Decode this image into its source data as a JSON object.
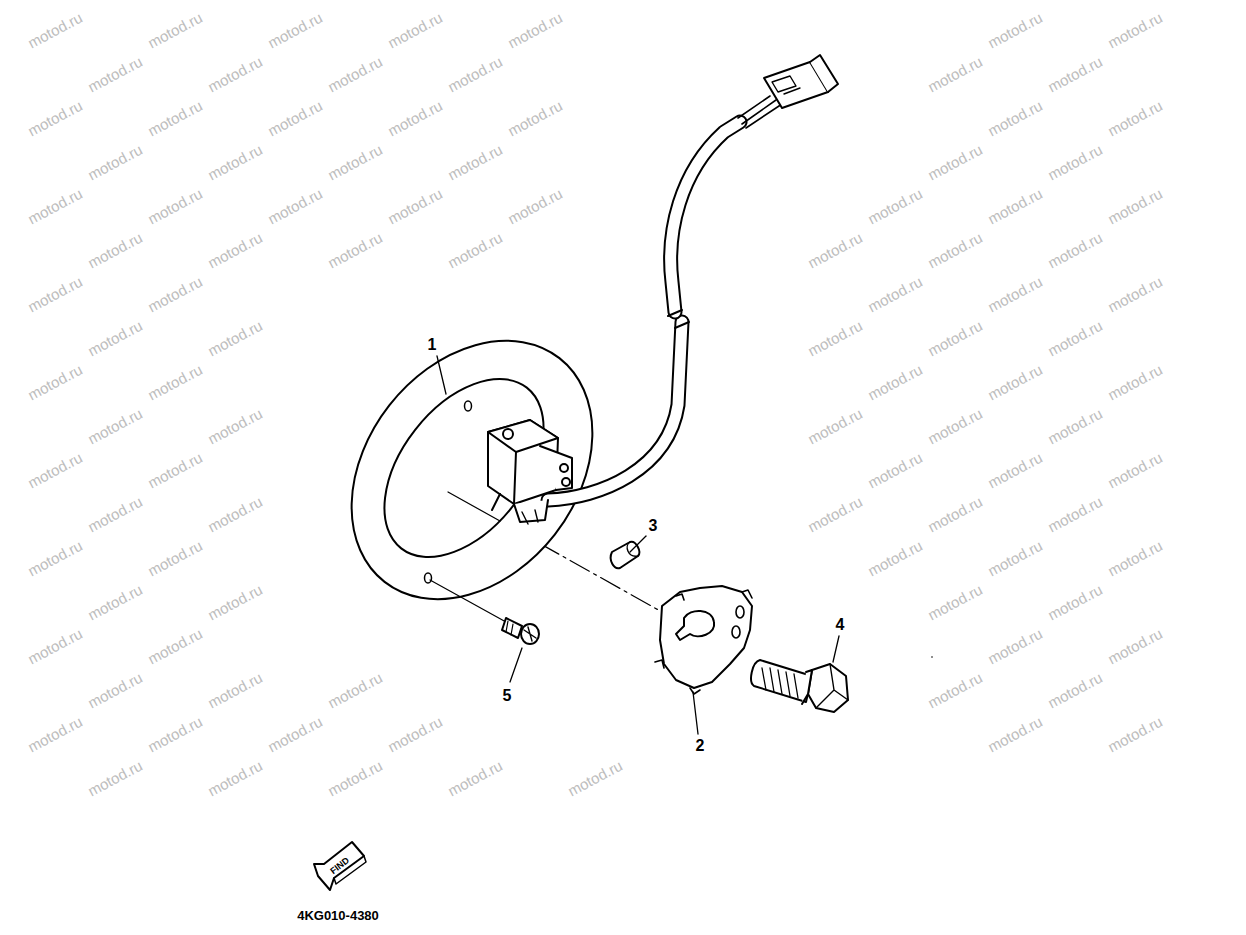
{
  "diagram": {
    "labels": [
      "1",
      "3",
      "2",
      "4",
      "5",
      "FIND",
      "4KG010-4380",
      "motod.ru",
      "motod.ru",
      "motod.ru",
      "motod.ru",
      "motod.ru",
      "motod.ru",
      "motod.ru",
      "motod.ru",
      "motod.ru",
      "motod.ru",
      "motod.ru",
      "motod.ru",
      "motod.ru",
      "motod.ru",
      "motod.ru",
      "motod.ru",
      "motod.ru",
      "motod.ru",
      "motod.ru",
      "motod.ru",
      "motod.ru",
      "motod.ru",
      "motod.ru",
      "motod.ru",
      "motod.ru",
      "motod.ru",
      "motod.ru",
      "motod.ru",
      "motod.ru",
      "motod.ru",
      "motod.ru",
      "motod.ru",
      "motod.ru",
      "motod.ru",
      "motod.ru",
      "motod.ru",
      "motod.ru",
      "motod.ru",
      "motod.ru",
      "motod.ru",
      "motod.ru",
      "motod.ru",
      "motod.ru",
      "motod.ru",
      "motod.ru",
      "motod.ru",
      "motod.ru",
      "motod.ru",
      "motod.ru",
      "motod.ru",
      "motod.ru",
      "motod.ru",
      "motod.ru",
      "motod.ru",
      "motod.ru",
      "motod.ru",
      "motod.ru",
      "motod.ru",
      "motod.ru",
      "motod.ru",
      "motod.ru",
      "motod.ru",
      "motod.ru",
      "motod.ru",
      "motod.ru",
      "motod.ru",
      "motod.ru",
      "motod.ru",
      "motod.ru",
      "motod.ru",
      "motod.ru",
      "motod.ru",
      "motod.ru",
      "motod.ru",
      "motod.ru",
      "motod.ru",
      "motod.ru",
      "motod.ru",
      "motod.ru",
      "motod.ru",
      "motod.ru",
      "motod.ru",
      "motod.ru",
      "motod.ru",
      "motod.ru",
      "motod.ru",
      "motod.ru",
      "motod.ru",
      "motod.ru",
      "motod.ru",
      "motod.ru",
      "motod.ru",
      "motod.ru",
      "motod.ru",
      "motod.ru",
      "motod.ru",
      "motod.ru",
      "motod.ru",
      "motod.ru",
      "motod.ru"
    ]
  }
}
